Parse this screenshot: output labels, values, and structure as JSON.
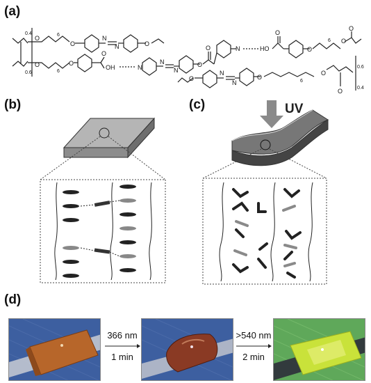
{
  "panels": {
    "a": "(a)",
    "b": "(b)",
    "c": "(c)",
    "d": "(d)"
  },
  "uv_label": "UV",
  "chemistry": {
    "top_subscript": "0.4",
    "bottom_subscript": "0.6",
    "right_subscript_top": "0.6",
    "right_subscript_bottom": "0.4",
    "repeat_n": "6",
    "oxygen": "O",
    "nitrogen": "N",
    "oh": "OH",
    "ho": "HO"
  },
  "steps": {
    "step1_wavelength": "366 nm",
    "step1_time": "1 min",
    "step2_wavelength": ">540 nm",
    "step2_time": "2 min"
  },
  "colors": {
    "film_initial": "#b7662a",
    "film_irradiated": "#8a3a24",
    "film_recovered": "#c9e23a",
    "background_mat": "#3d5fa0",
    "mat_green": "#5fa85a"
  }
}
